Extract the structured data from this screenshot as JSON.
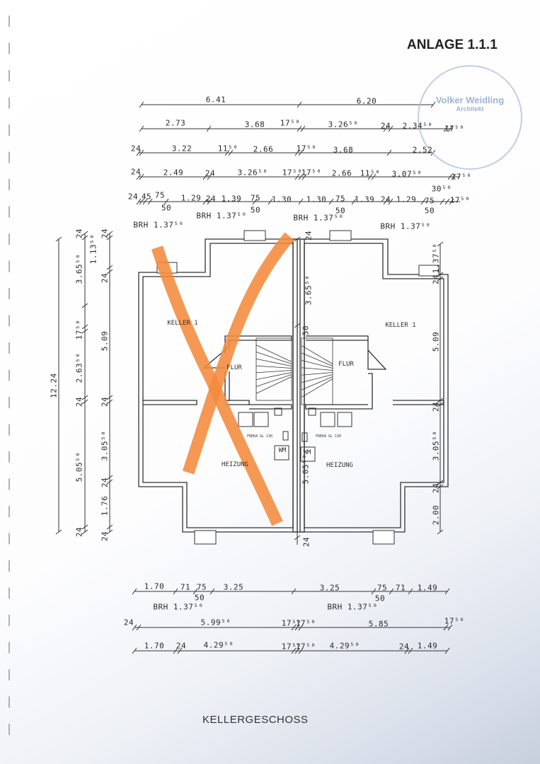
{
  "title": "ANLAGE 1.1.1",
  "footer": "KELLERGESCHOSS",
  "stamp": {
    "name": "Volker Weidling",
    "role": "Architekt"
  },
  "colors": {
    "cross_out": "#f48a3c",
    "walls": "#333333",
    "stamp": "#8aa8d0"
  },
  "crossed_out_unit": "left",
  "rooms": {
    "left_keller": "KELLER 1",
    "right_keller": "KELLER 1",
    "left_flur": "FLUR",
    "right_flur": "FLUR",
    "left_heizung": "HEIZUNG",
    "right_heizung": "HEIZUNG",
    "left_freka": "FREKA GL 130",
    "right_freka": "FREKA GL 130",
    "left_wm": "WM",
    "right_wm": "WM"
  },
  "dims_top": [
    [
      "6.41",
      "6.20"
    ],
    [
      "2.73",
      "3.68",
      "17⁵⁰",
      "3.26⁵⁰",
      "24",
      "2.34⁵⁰",
      "17⁵⁰"
    ],
    [
      "24",
      "3.22",
      "11⁵⁰",
      "2.66",
      "17⁵⁰",
      "3.68",
      "2.52"
    ],
    [
      "24",
      "2.49",
      "24",
      "3.26⁵⁰",
      "17⁵⁰",
      "17⁵⁰",
      "2.66",
      "11⁵⁰",
      "3.07⁵⁰",
      "17⁵⁰",
      "30⁵⁰"
    ],
    [
      "24",
      "45",
      "75",
      "1.29",
      "24",
      "1.39",
      "75",
      "1.30",
      "1.30",
      "75",
      "1.39",
      "24",
      "1.29",
      "75",
      "17⁵⁰",
      "50",
      "50",
      "50",
      "50"
    ],
    [
      "BRH 1.37⁵⁰",
      "BRH 1.37⁵⁰",
      "BRH 1.37⁵⁰",
      "BRH 1.37⁵⁰"
    ]
  ],
  "dims_bottom": [
    [
      "1.70",
      "71",
      "75",
      "3.25",
      "3.25",
      "75",
      "71",
      "1.49",
      "50",
      "50",
      "BRH 1.37⁵⁰",
      "BRH 1.37⁵⁰"
    ],
    [
      "24",
      "5.99⁵⁰",
      "17⁵⁰",
      "17⁵⁰",
      "5.85",
      "17⁵⁰"
    ],
    [
      "1.70",
      "24",
      "4.29⁵⁰",
      "17⁵⁰",
      "17⁵⁰",
      "4.29⁵⁰",
      "24",
      "1.49"
    ]
  ],
  "dims_left": [
    [
      "12.24"
    ],
    [
      "24",
      "3.65⁵⁰",
      "17⁵⁰",
      "2.63⁵⁰",
      "24",
      "5.05⁵⁰",
      "24"
    ],
    [
      "24",
      "1.13⁵⁰",
      "24",
      "5.09",
      "24",
      "3.05⁵⁰",
      "24",
      "1.76",
      "24"
    ]
  ],
  "dims_middle": [
    "24",
    "3.65⁵⁰",
    "50",
    "5.05⁵⁰",
    "24"
  ],
  "dims_right": [
    "1.37⁵⁰",
    "24",
    "5.09",
    "24",
    "3.05⁵⁰",
    "24",
    "2.00"
  ]
}
